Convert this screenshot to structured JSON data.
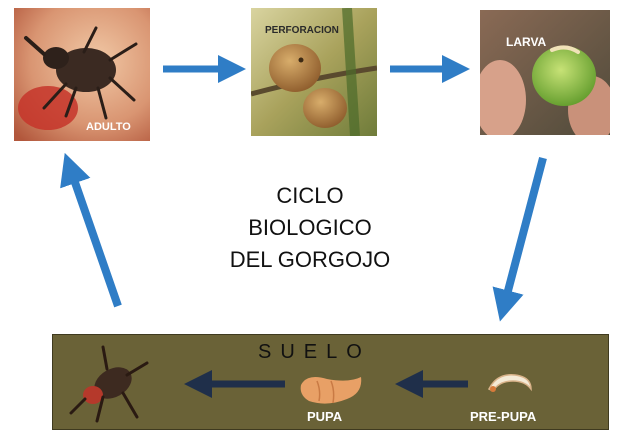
{
  "diagram": {
    "title_lines": [
      "CICLO",
      "BIOLOGICO",
      "DEL GORGOJO"
    ]
  },
  "stages": {
    "adulto": "ADULTO",
    "perforacion": "PERFORACION",
    "larva": "LARVA",
    "pupa": "PUPA",
    "prepupa": "PRE-PUPA"
  },
  "soil": {
    "title": "SUELO"
  },
  "colors": {
    "arrow_blue": "#2f7dc6",
    "arrow_dark": "#1f2f4a",
    "soil_panel": "#6a6237"
  }
}
